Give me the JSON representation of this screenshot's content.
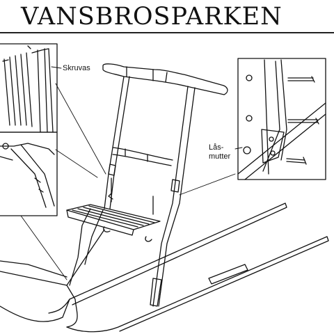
{
  "title": "VANSBROSPARKEN",
  "labels": {
    "skruvas": "Skruvas",
    "las": "Lås-",
    "mutter": "mutter"
  },
  "colors": {
    "ink": "#111111",
    "paper": "#ffffff"
  }
}
